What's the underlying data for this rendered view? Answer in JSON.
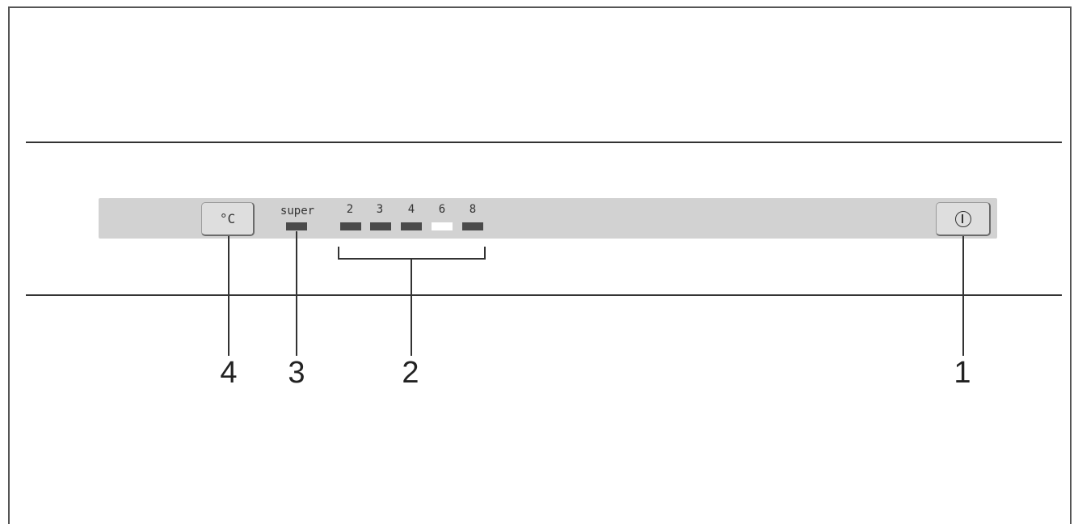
{
  "panel": {
    "temp_button_label": "°C",
    "super_label": "super",
    "temperature_steps": [
      {
        "label": "2",
        "lit": false
      },
      {
        "label": "3",
        "lit": false
      },
      {
        "label": "4",
        "lit": false
      },
      {
        "label": "6",
        "lit": true
      },
      {
        "label": "8",
        "lit": false
      }
    ]
  },
  "callouts": {
    "temp_button": "4",
    "super_led": "3",
    "temp_leds": "2",
    "power_button": "1"
  },
  "colors": {
    "panel": "#d2d2d2",
    "led_off": "#4a4a4a",
    "led_on": "#ffffff",
    "line": "#333333"
  }
}
